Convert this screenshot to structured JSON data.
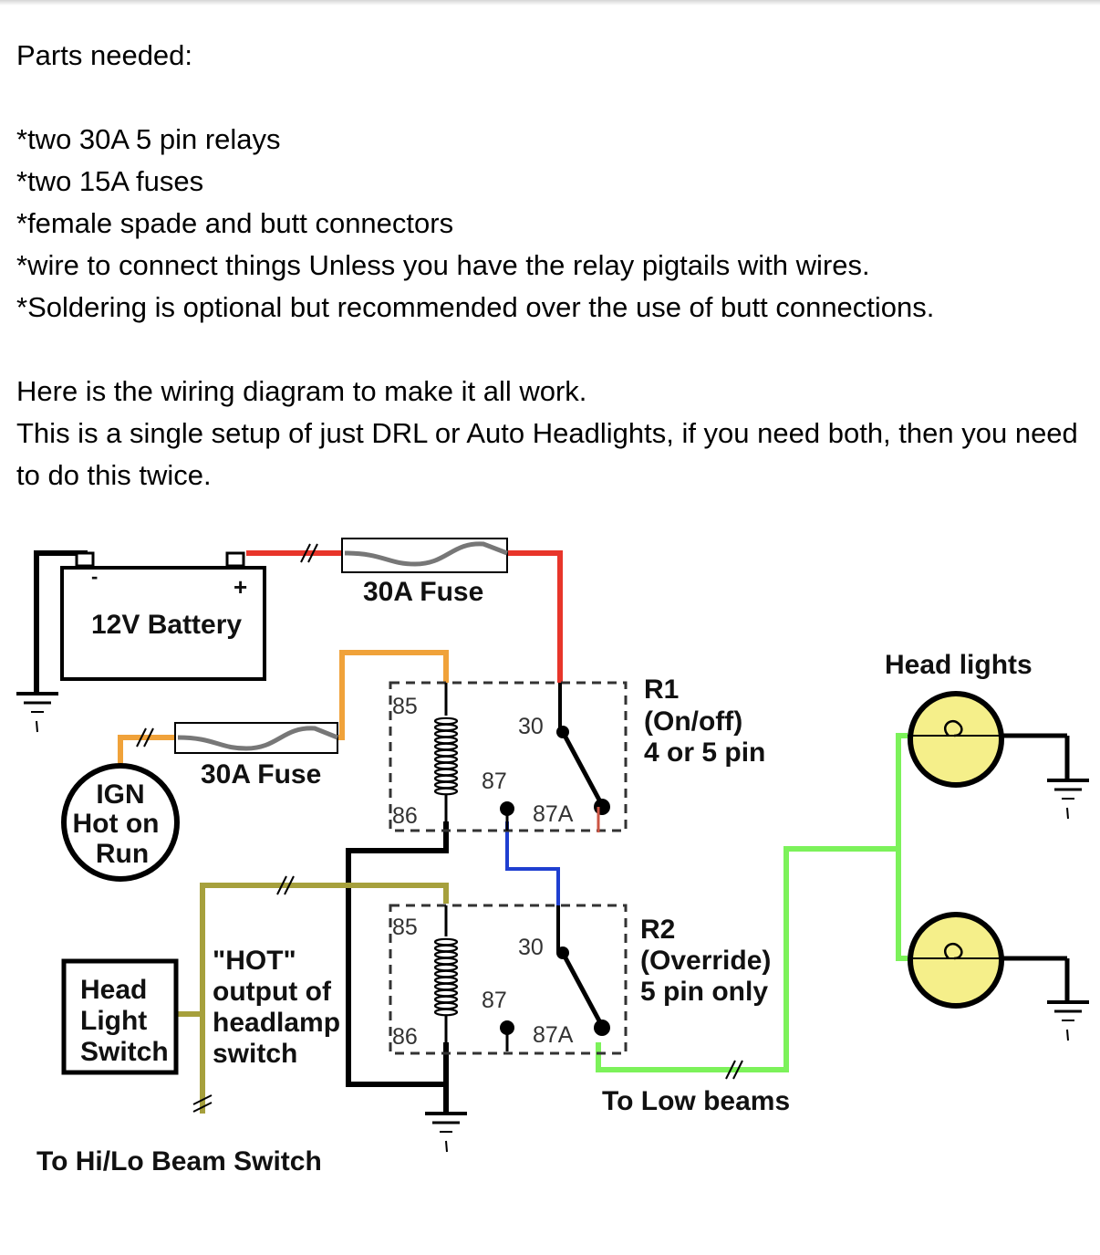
{
  "intro": {
    "heading": "Parts needed:",
    "items": [
      "*two 30A 5 pin relays",
      "*two 15A fuses",
      "*female spade and butt connectors",
      "*wire to connect things Unless you have the relay pigtails with wires.",
      "*Soldering is optional but recommended over the use of butt connections."
    ],
    "para1": "Here is the wiring diagram to make it all work.",
    "para2": "This is a single setup of just DRL or Auto Headlights, if you need both, then you need to do this twice."
  },
  "diagram": {
    "battery": {
      "label": "12V Battery",
      "neg": "-",
      "pos": "+"
    },
    "fuse_top": "30A Fuse",
    "fuse_ign": "30A Fuse",
    "ign": [
      "IGN",
      "Hot on",
      "Run"
    ],
    "r1": {
      "name": "R1",
      "line2": "(On/off)",
      "line3": "4 or 5 pin"
    },
    "r2": {
      "name": "R2",
      "line2": "(Override)",
      "line3": "5 pin only"
    },
    "pins": {
      "p85": "85",
      "p86": "86",
      "p30": "30",
      "p87": "87",
      "p87a": "87A"
    },
    "headlights": "Head lights",
    "switch": [
      "Head",
      "Light",
      "Switch"
    ],
    "hot": [
      "\"HOT\"",
      "output of",
      "headlamp",
      "switch"
    ],
    "low_beams": "To Low beams",
    "hilo": "To Hi/Lo Beam Switch",
    "colors": {
      "red": "#e8352a",
      "orange": "#f0a23a",
      "olive": "#a6a03c",
      "blue": "#1f3fd0",
      "green": "#7cf25a",
      "black": "#000000",
      "bulb": "#f5ef8a"
    }
  }
}
